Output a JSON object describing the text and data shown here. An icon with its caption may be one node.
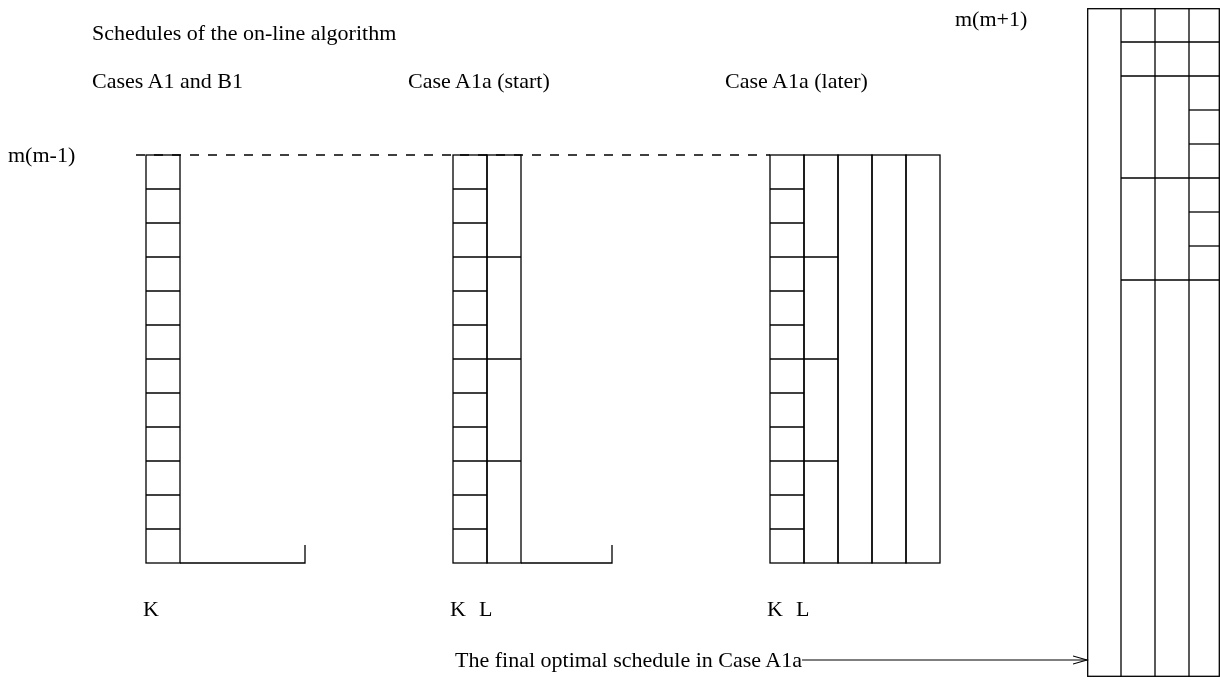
{
  "diagram": {
    "nodes": [
      {
        "text": [
          "The final optimal schedule in Case A1a"
        ]
      },
      {
        "text": [],
        "shape": "box"
      }
    ],
    "edges": [
      {
        "from": 0,
        "to": 1,
        "arrow": "to"
      }
    ],
    "labels": [
      "Schedules of the on-line algorithm",
      "m(m+1)",
      "Cases A1 and B1",
      "Case A1a (start)",
      "Case A1a (later)",
      "m(m-1)",
      "K",
      "K",
      "L",
      "K",
      "L"
    ]
  }
}
